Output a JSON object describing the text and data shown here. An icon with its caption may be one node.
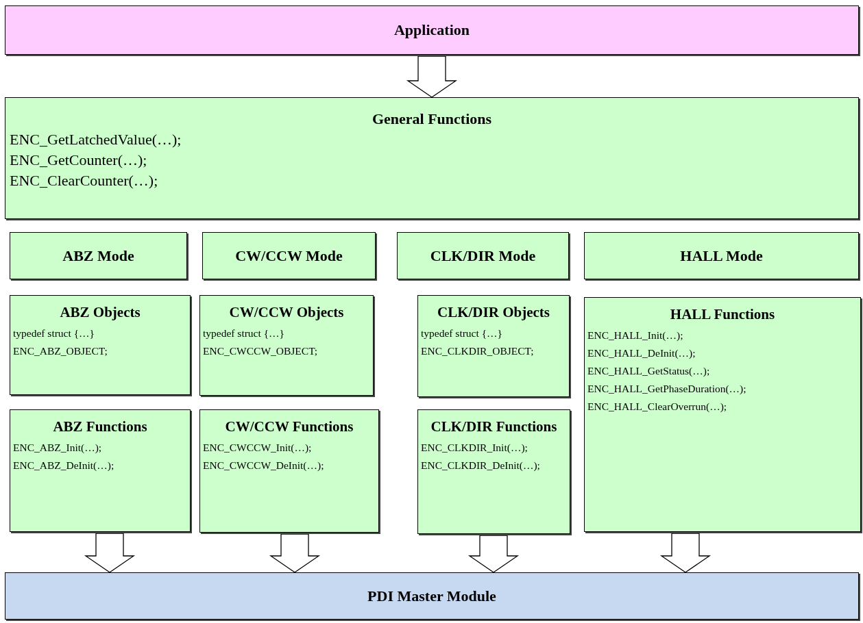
{
  "diagram": {
    "nodes": [
      {
        "text": [
          "Application"
        ]
      },
      {
        "text": [
          "General Functions",
          "ENC_GetLatchedValue(…);",
          "ENC_GetCounter(…);",
          "ENC_ClearCounter(…);"
        ]
      },
      {
        "text": [
          "ABZ Mode"
        ]
      },
      {
        "text": [
          "CW/CCW Mode"
        ]
      },
      {
        "text": [
          "CLK/DIR Mode"
        ]
      },
      {
        "text": [
          "HALL Mode"
        ]
      },
      {
        "text": [
          "ABZ Objects",
          "typedef struct {…}",
          "ENC_ABZ_OBJECT;"
        ]
      },
      {
        "text": [
          "CW/CCW Objects",
          "typedef struct {…}",
          "ENC_CWCCW_OBJECT;"
        ]
      },
      {
        "text": [
          "CLK/DIR Objects",
          "typedef struct {…}",
          "ENC_CLKDIR_OBJECT;"
        ]
      },
      {
        "text": [
          "HALL Functions",
          "ENC_HALL_Init(…);",
          "ENC_HALL_DeInit(…);",
          "ENC_HALL_GetStatus(…);",
          "ENC_HALL_GetPhaseDuration(…);",
          "ENC_HALL_ClearOverrun(…);"
        ]
      },
      {
        "text": [
          "ABZ Functions",
          "ENC_ABZ_Init(…);",
          "ENC_ABZ_DeInit(…);"
        ]
      },
      {
        "text": [
          "CW/CCW Functions",
          "ENC_CWCCW_Init(…);",
          "ENC_CWCCW_DeInit(…);"
        ]
      },
      {
        "text": [
          "CLK/DIR Functions",
          "ENC_CLKDIR_Init(…);",
          "ENC_CLKDIR_DeInit(…);"
        ]
      },
      {
        "text": [
          "PDI Master Module"
        ]
      }
    ],
    "edges": [
      {
        "from": 0,
        "to": 1,
        "arrow": "to"
      },
      {
        "from": 10,
        "to": 13,
        "arrow": "to"
      },
      {
        "from": 11,
        "to": 13,
        "arrow": "to"
      },
      {
        "from": 12,
        "to": 13,
        "arrow": "to"
      },
      {
        "from": 9,
        "to": 13,
        "arrow": "to"
      }
    ]
  }
}
